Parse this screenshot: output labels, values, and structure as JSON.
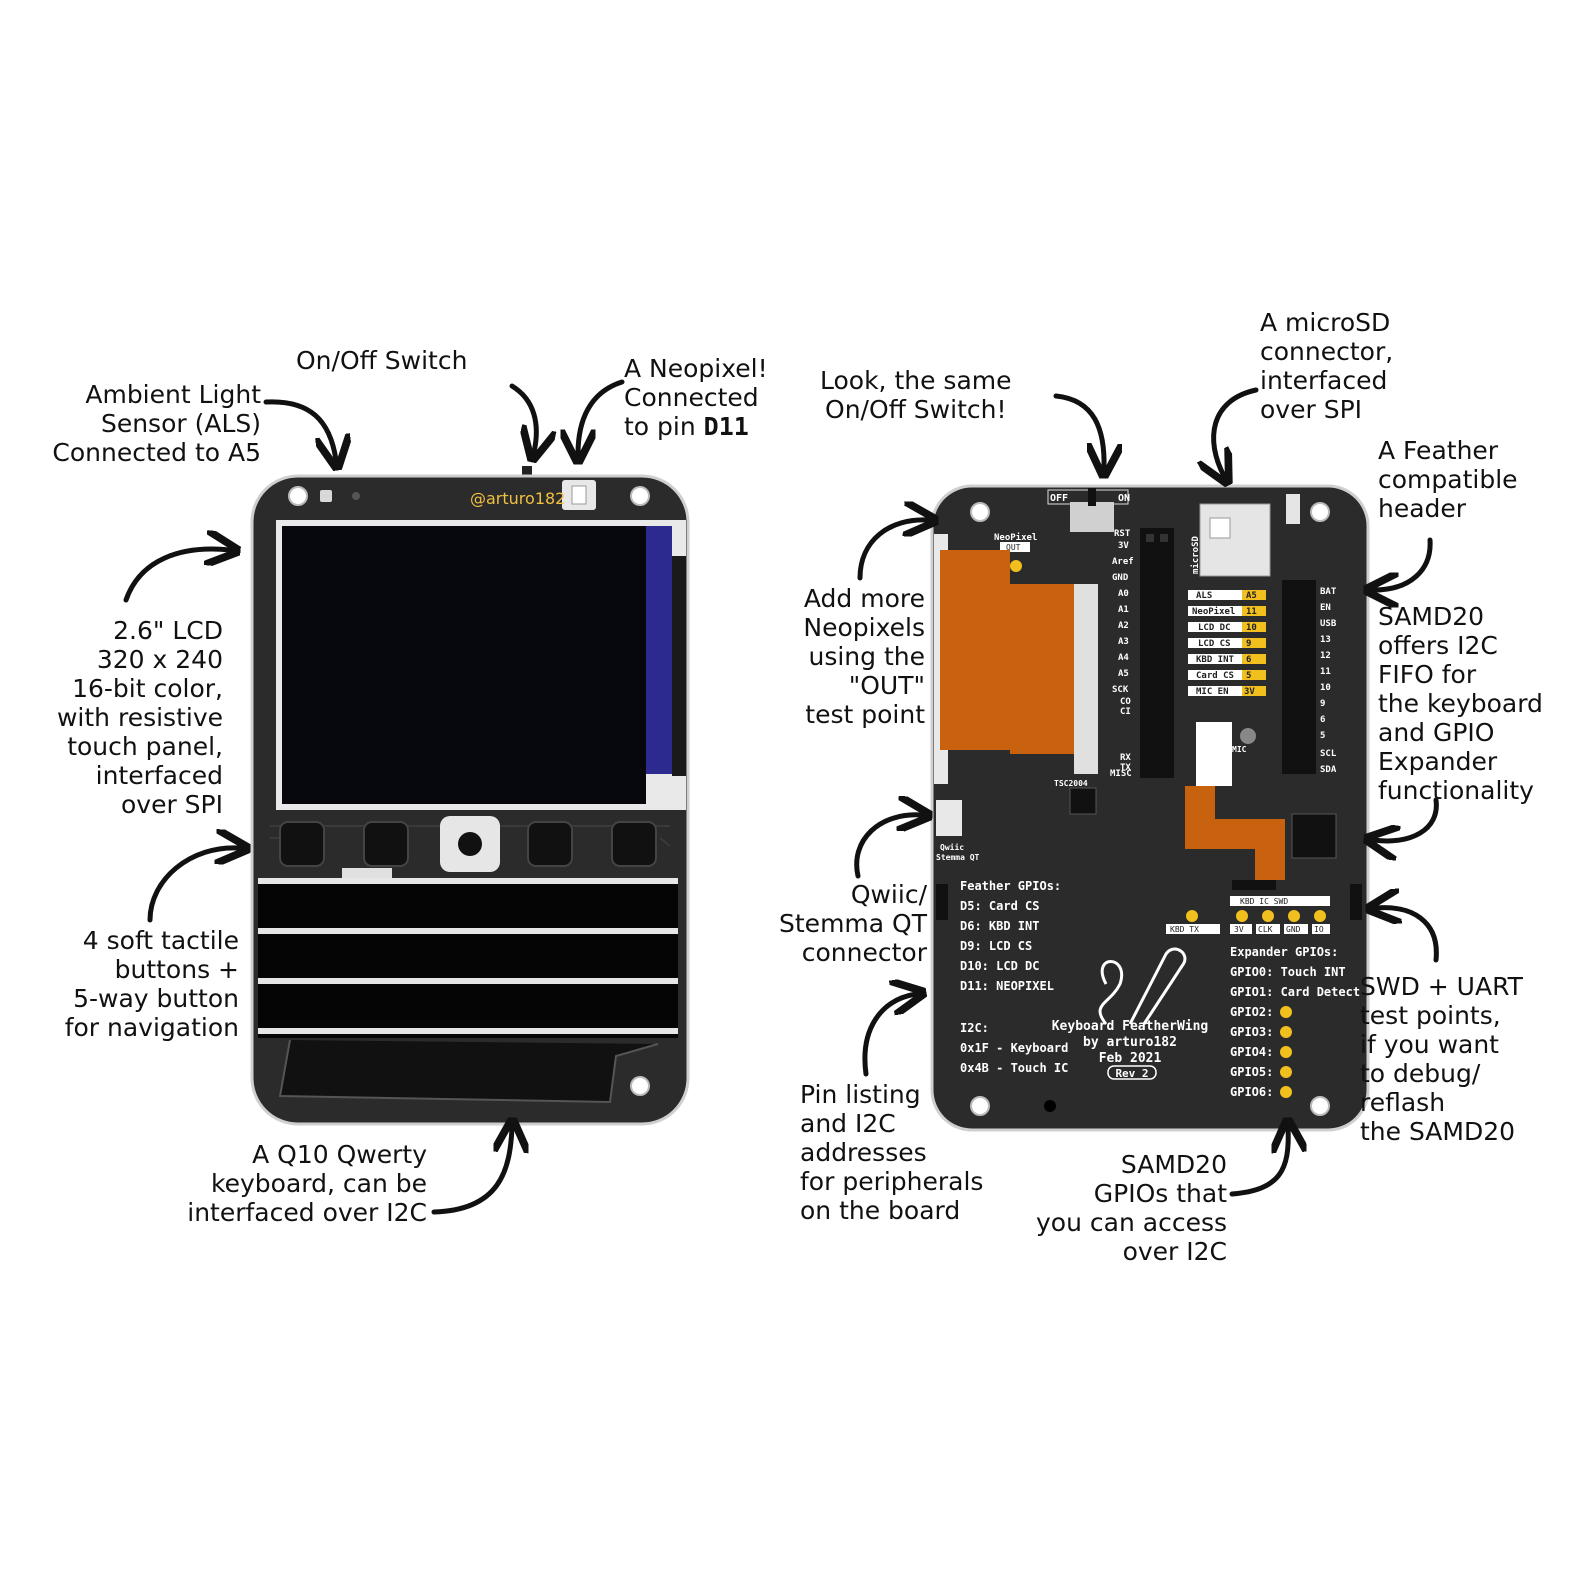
{
  "annotations": {
    "onoff_front": "On/Off Switch",
    "neopixel_line1": "A Neopixel!",
    "neopixel_line2": "Connected",
    "neopixel_line3_prefix": "to pin ",
    "neopixel_pin": "D11",
    "als": "Ambient Light\nSensor (ALS)\nConnected to A5",
    "lcd": "2.6\" LCD\n320 x 240\n16-bit color,\nwith resistive\ntouch panel,\ninterfaced\nover SPI",
    "buttons": "4 soft tactile\nbuttons +\n5-way button\nfor navigation",
    "keyboard": "A Q10 Qwerty\nkeyboard, can be\ninterfaced over I2C",
    "onoff_back": "Look, the same\nOn/Off Switch!",
    "microsd": "A microSD\nconnector,\ninterfaced\nover SPI",
    "feather_header": "A Feather\ncompatible\nheader",
    "neopixels_out": "Add more\nNeopixels\nusing the\n\"OUT\"\ntest point",
    "samd20": "SAMD20\noffers I2C\nFIFO for\nthe keyboard\nand GPIO\nExpander\nfunctionality",
    "qwiic": "Qwiic/\nStemma QT\nconnector",
    "swd": "SWD + UART\ntest points,\nif you want\nto debug/\nreflash\nthe SAMD20",
    "pin_listing": "Pin listing\nand I2C\naddresses\nfor peripherals\non the board",
    "samd20_gpios": "SAMD20\nGPIOs that\nyou can access\nover I2C"
  },
  "front_board": {
    "handle": "@arturo182"
  },
  "back_board": {
    "switch_off": "OFF",
    "switch_on": "ON",
    "neopixel_out": [
      "NeoPixel",
      "OUT"
    ],
    "left_pins": [
      "RST",
      "3V",
      "Aref",
      "GND",
      "A0",
      "A1",
      "A2",
      "A3",
      "A4",
      "A5",
      "SCK",
      "CO",
      "CI",
      "RX",
      "TX",
      "MISC"
    ],
    "right_pins": [
      "BAT",
      "EN",
      "USB",
      "13",
      "12",
      "11",
      "10",
      "9",
      "6",
      "5",
      "SCL",
      "SDA"
    ],
    "microsd_label": "microSD",
    "als_label": "ALS",
    "pin_map": [
      [
        "ALS",
        "A5"
      ],
      [
        "NeoPixel",
        "11"
      ],
      [
        "LCD DC",
        "10"
      ],
      [
        "LCD CS",
        "9"
      ],
      [
        "KBD INT",
        "6"
      ],
      [
        "Card CS",
        "5"
      ],
      [
        "MIC EN",
        "3V"
      ]
    ],
    "mic": "MIC",
    "tsc": "TSC2004",
    "qwiic_labels": [
      "Qwiic",
      "Stemma QT"
    ],
    "feather_gpios": [
      "Feather GPIOs:",
      "D5: Card CS",
      "D6: KBD INT",
      "D9: LCD CS",
      "D10: LCD DC",
      "D11: NEOPIXEL"
    ],
    "i2c": [
      "I2C:",
      "0x1F - Keyboard",
      "0x4B - Touch IC"
    ],
    "kbd_tx": "KBD TX",
    "kbd_ic_swd": "KBD IC SWD",
    "swd_pins": [
      "3V",
      "CLK",
      "GND",
      "IO"
    ],
    "expander": [
      "Expander GPIOs:",
      "GPIO0: Touch INT",
      "GPIO1: Card Detect",
      "GPIO2:",
      "GPIO3:",
      "GPIO4:",
      "GPIO5:",
      "GPIO6:"
    ],
    "title": [
      "Keyboard FeatherWing",
      "by arturo182",
      "Feb 2021"
    ],
    "rev": "Rev 2"
  },
  "colors": {
    "pcb": "#2b2b2b",
    "pcb_edge": "#d9d9d9",
    "lcd": "#07080d",
    "lcd_side": "#2d2a8f",
    "flex": "#c8620e",
    "gold": "#f2c01e",
    "handle": "#f0c040"
  }
}
